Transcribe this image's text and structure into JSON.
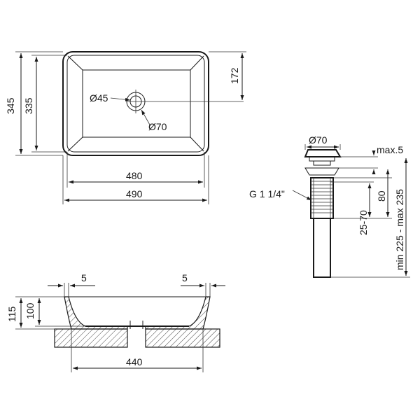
{
  "top_view": {
    "dim_height_outer": "345",
    "dim_height_inner": "335",
    "dim_drain_offset": "172",
    "dim_width_inner": "480",
    "dim_width_outer": "490",
    "dim_hole_small": "Ø45",
    "dim_hole_large": "Ø70"
  },
  "drain_view": {
    "dim_cap_diameter": "Ø70",
    "dim_cap_max": "max.5",
    "thread_label": "G 1 1/4\"",
    "dim_body": "80",
    "dim_thread_range": "25-70",
    "dim_total_range": "min 225 - max 235"
  },
  "side_view": {
    "dim_rim_left": "5",
    "dim_rim_right": "5",
    "dim_total_height": "115",
    "dim_bowl_height": "100",
    "dim_base_width": "440"
  }
}
